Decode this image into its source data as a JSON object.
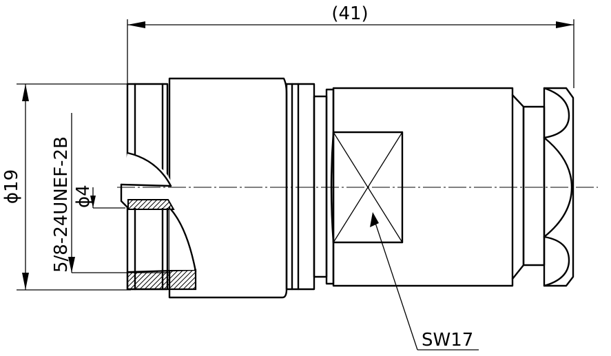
{
  "dimensions": {
    "overall_length": "(41)",
    "outer_diameter": "ϕ19",
    "thread_spec": "5/8-24UNEF-2B",
    "inner_diameter": "ϕ4",
    "wrench_size": "SW17"
  },
  "colors": {
    "line": "#000000",
    "background": "#ffffff"
  }
}
